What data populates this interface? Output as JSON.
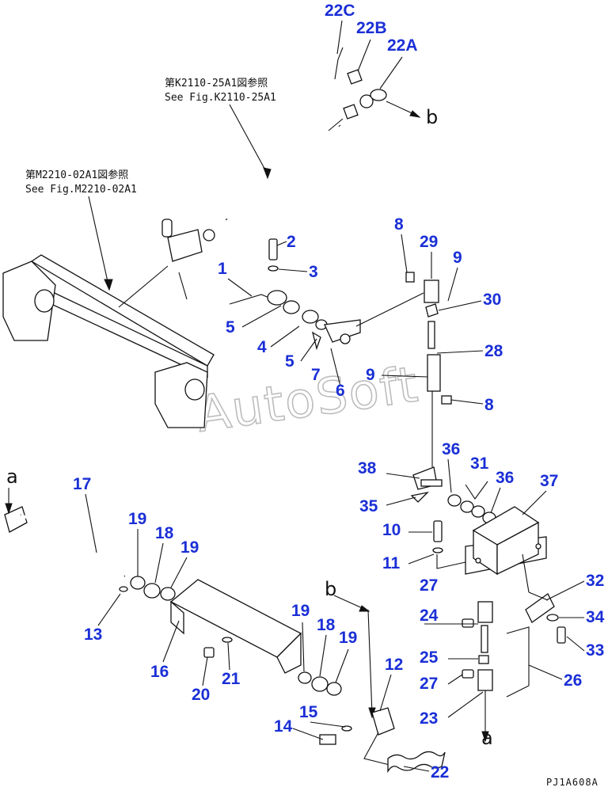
{
  "references": [
    {
      "jp": "第K2110-25A1図参照",
      "en": "See Fig.K2110-25A1"
    },
    {
      "jp": "第M2210-02A1図参照",
      "en": "See Fig.M2210-02A1"
    }
  ],
  "arrow_labels": {
    "a": "a",
    "b": "b"
  },
  "watermark": "AutoSoft",
  "drawing_code": "PJ1A608A",
  "part_labels": [
    "22C",
    "22B",
    "22A",
    "8",
    "29",
    "2",
    "9",
    "1",
    "3",
    "30",
    "28",
    "5",
    "4",
    "5",
    "7",
    "9",
    "6",
    "8",
    "36",
    "31",
    "36",
    "37",
    "38",
    "35",
    "17",
    "10",
    "19",
    "18",
    "19",
    "11",
    "27",
    "32",
    "24",
    "34",
    "13",
    "16",
    "33",
    "25",
    "21",
    "19",
    "18",
    "19",
    "26",
    "20",
    "27",
    "23",
    "12",
    "15",
    "14",
    "22"
  ]
}
